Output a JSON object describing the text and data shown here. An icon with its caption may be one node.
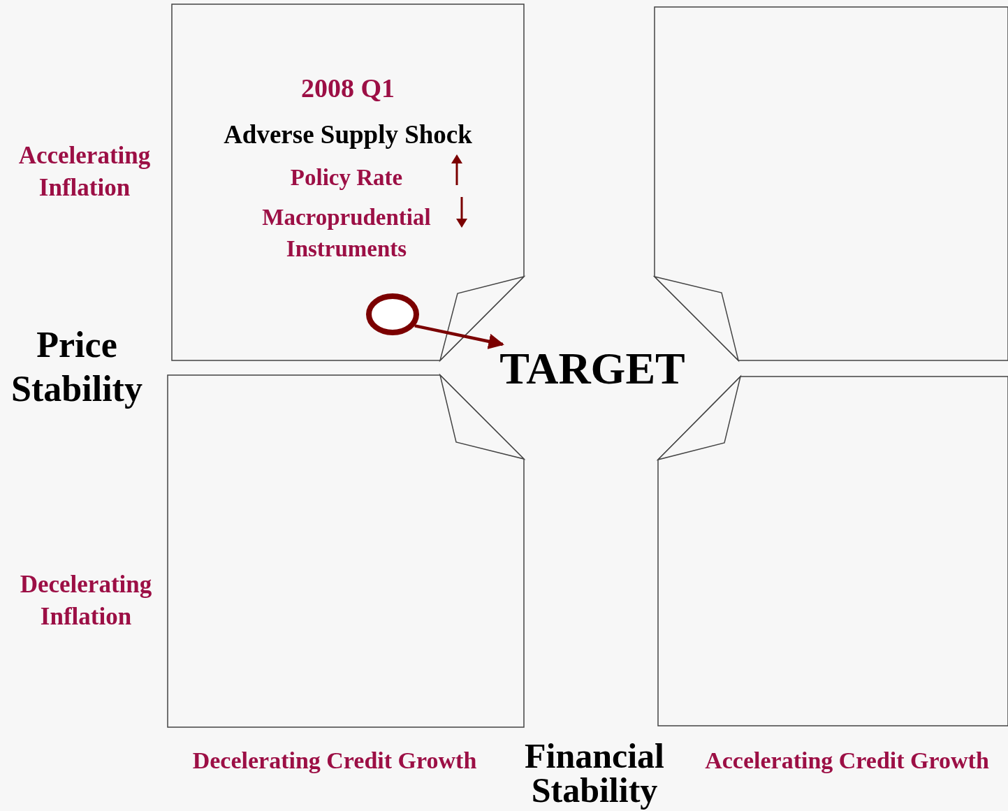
{
  "diagram": {
    "nodes": [
      {
        "text": [
          "2008 Q1",
          "Adverse Supply Shock",
          "Policy Rate",
          "Macroprudential Instruments"
        ]
      },
      {
        "text": [],
        "shape": "box"
      },
      {
        "text": [],
        "shape": "box"
      },
      {
        "text": [],
        "shape": "box"
      },
      {
        "text": [],
        "shape": "circle",
        "in": 0
      },
      {
        "text": [
          "TARGET"
        ]
      }
    ],
    "edges": [
      {
        "from": 4,
        "to": 5,
        "arrow": "to"
      }
    ],
    "labels": [
      "Accelerating Inflation",
      "Price Stability",
      "Decelerating Inflation",
      "Decelerating Credit Growth",
      "Financial Stability",
      "Accelerating Credit Growth"
    ]
  }
}
